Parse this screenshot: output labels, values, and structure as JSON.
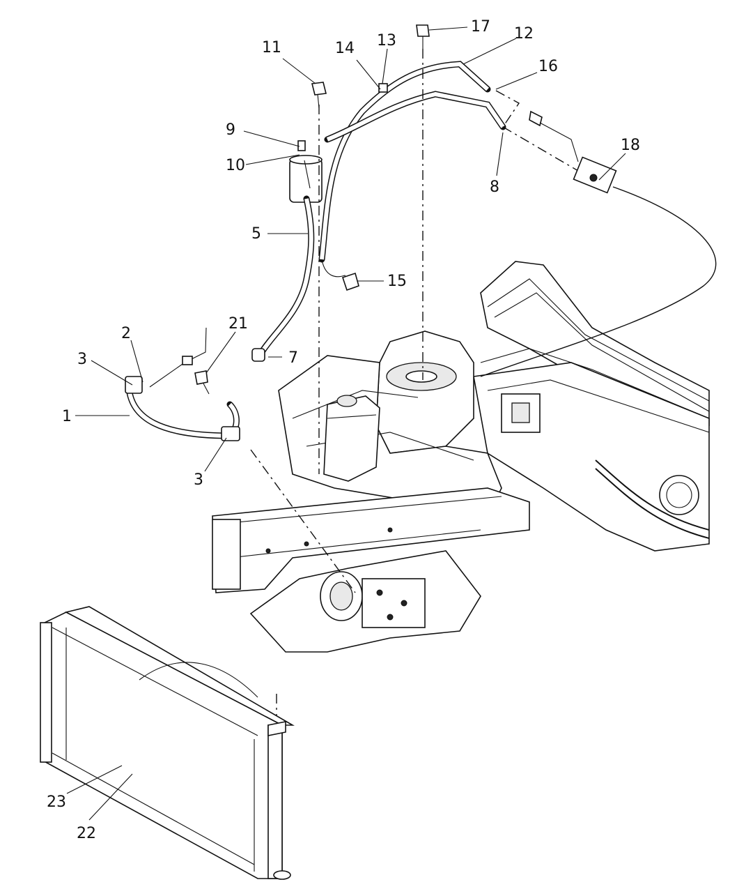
{
  "callouts": [
    {
      "id": "c1",
      "text": "1"
    },
    {
      "id": "c2",
      "text": "2"
    },
    {
      "id": "c3a",
      "text": "3"
    },
    {
      "id": "c3b",
      "text": "3"
    },
    {
      "id": "c5",
      "text": "5"
    },
    {
      "id": "c7",
      "text": "7"
    },
    {
      "id": "c8",
      "text": "8"
    },
    {
      "id": "c9",
      "text": "9"
    },
    {
      "id": "c10",
      "text": "10"
    },
    {
      "id": "c11",
      "text": "11"
    },
    {
      "id": "c12",
      "text": "12"
    },
    {
      "id": "c13",
      "text": "13"
    },
    {
      "id": "c14",
      "text": "14"
    },
    {
      "id": "c15",
      "text": "15"
    },
    {
      "id": "c16",
      "text": "16"
    },
    {
      "id": "c17",
      "text": "17"
    },
    {
      "id": "c18",
      "text": "18"
    },
    {
      "id": "c21",
      "text": "21"
    },
    {
      "id": "c22",
      "text": "22"
    },
    {
      "id": "c23",
      "text": "23"
    }
  ]
}
